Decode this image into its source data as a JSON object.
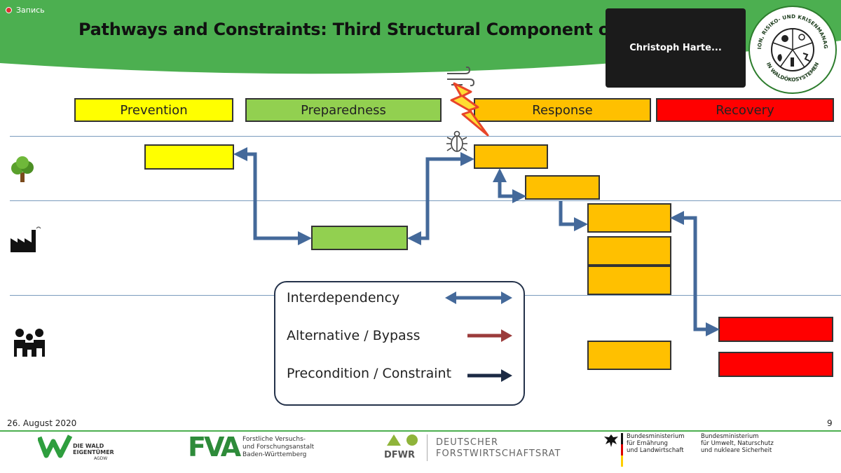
{
  "recording": {
    "label": "Запись"
  },
  "slide": {
    "title": "Pathways and Constraints: Third Structural Component of the"
  },
  "video_tile": {
    "participant_name": "Christoph  Harte..."
  },
  "seal": {
    "top_text": "ADAPTION, RISIKO- UND KRISENMANAGEMENT",
    "bottom_text": "IN WALDÖKOSYSTEMEN"
  },
  "phases": [
    {
      "label": "Prevention",
      "color": "#ffff00"
    },
    {
      "label": "Preparedness",
      "color": "#92d050"
    },
    {
      "label": "Response",
      "color": "#ffc000"
    },
    {
      "label": "Recovery",
      "color": "#ff0000"
    }
  ],
  "row_icons": [
    "tree-icon",
    "factory-icon",
    "people-icon"
  ],
  "hazard_icons": [
    "wind-icon",
    "lightning-icon",
    "beetle-icon"
  ],
  "legend": {
    "items": [
      {
        "label": "Interdependency",
        "arrow_color": "#44699a",
        "arrow_type": "double"
      },
      {
        "label": "Alternative / Bypass",
        "arrow_color": "#9b3b3b",
        "arrow_type": "single"
      },
      {
        "label": "Precondition / Constraint",
        "arrow_color": "#1c2a44",
        "arrow_type": "single"
      }
    ]
  },
  "footer": {
    "date": "26. August 2020",
    "page_number": "9",
    "logos": {
      "waldeigentuemer": {
        "line1": "DIE WALD",
        "line2": "EIGENTÜMER",
        "line3": "AGDW"
      },
      "fva": {
        "abbr": "FVA",
        "line1": "Forstliche Versuchs-",
        "line2": "und Forschungsanstalt",
        "line3": "Baden-Württemberg"
      },
      "dfwr": {
        "abbr": "DFWR",
        "line1": "DEUTSCHER",
        "line2": "FORSTWIRTSCHAFTSRAT"
      },
      "bmel": {
        "line1": "Bundesministerium",
        "line2": "für Ernährung",
        "line3": "und Landwirtschaft"
      },
      "bmu": {
        "line1": "Bundesministerium",
        "line2": "für Umwelt, Naturschutz",
        "line3": "und nukleare Sicherheit"
      }
    }
  },
  "colors": {
    "header_green": "#4caf50",
    "arrow_blue": "#44699a",
    "prevention": "#ffff00",
    "preparedness": "#92d050",
    "response": "#ffc000",
    "recovery": "#ff0000"
  }
}
